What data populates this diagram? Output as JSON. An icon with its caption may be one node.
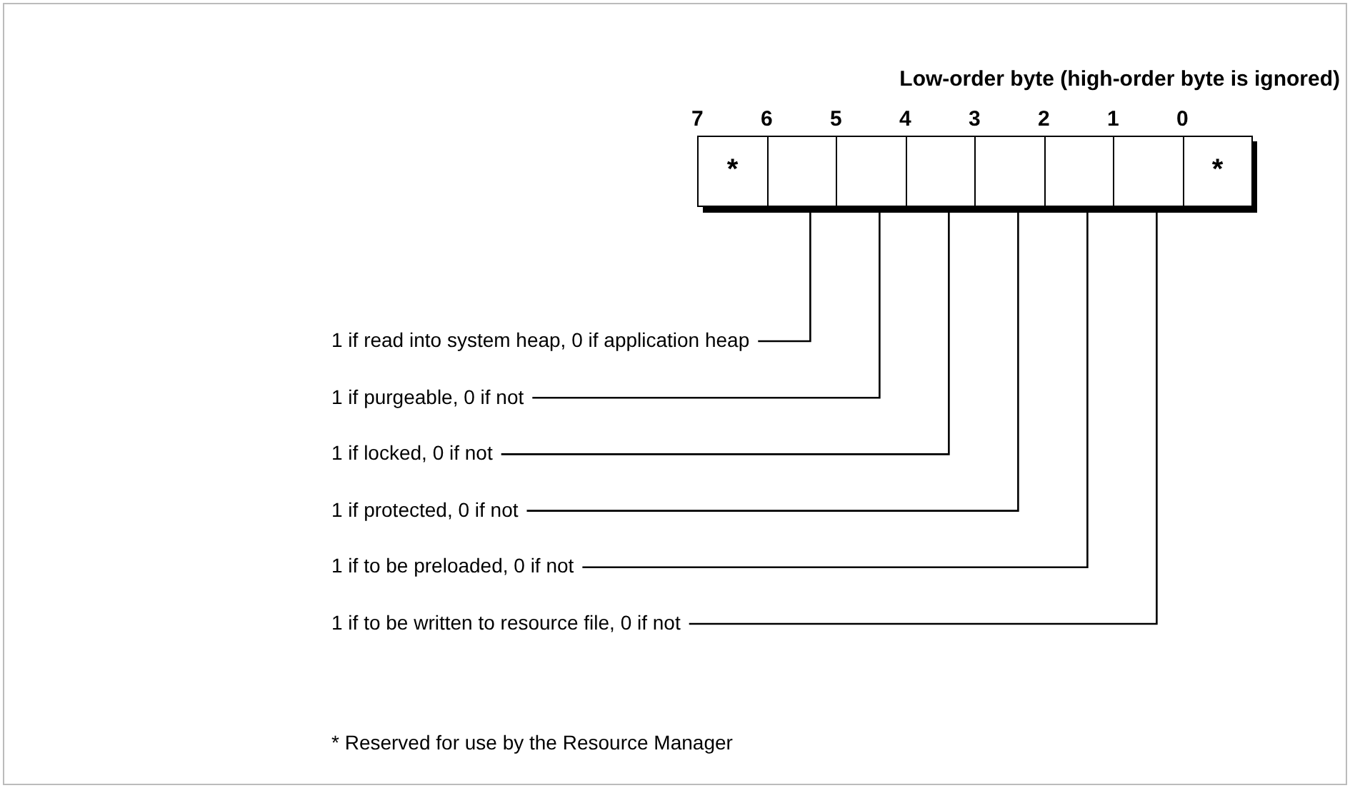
{
  "diagram": {
    "title": "Low-order byte (high-order byte is ignored)",
    "nodes": [
      {
        "text": [
          "*"
        ]
      },
      {
        "text": [],
        "shape": "box"
      },
      {
        "text": [],
        "shape": "box"
      },
      {
        "text": [],
        "shape": "box"
      },
      {
        "text": [],
        "shape": "box"
      },
      {
        "text": [],
        "shape": "box"
      },
      {
        "text": [],
        "shape": "box"
      },
      {
        "text": [
          "*"
        ]
      },
      {
        "text": [
          "1 if read into system heap, 0 if application heap"
        ]
      },
      {
        "text": [
          "1 if purgeable, 0 if not"
        ]
      },
      {
        "text": [
          "1 if locked, 0 if not"
        ]
      },
      {
        "text": [
          "1 if protected, 0 if not"
        ]
      },
      {
        "text": [
          "1 if to be preloaded, 0 if not"
        ]
      },
      {
        "text": [
          "1 if to be written to resource file, 0 if not"
        ]
      }
    ],
    "edges": [
      {
        "from": 8,
        "to": 1,
        "arrow": "none"
      },
      {
        "from": 9,
        "to": 2,
        "arrow": "none"
      },
      {
        "from": 10,
        "to": 3,
        "arrow": "none"
      },
      {
        "from": 11,
        "to": 4,
        "arrow": "none"
      },
      {
        "from": 12,
        "to": 5,
        "arrow": "none"
      },
      {
        "from": 13,
        "to": 6,
        "arrow": "none"
      }
    ],
    "labels": [
      "7",
      "6",
      "5",
      "4",
      "3",
      "2",
      "1",
      "0",
      "* Reserved for use by the Resource Manager"
    ]
  }
}
